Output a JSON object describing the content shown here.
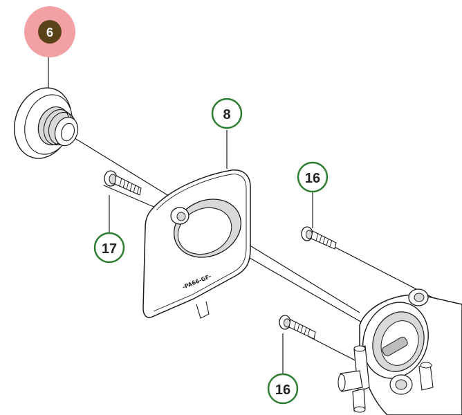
{
  "diagram": {
    "callouts": [
      {
        "id": "6",
        "label": "6",
        "highlighted": true
      },
      {
        "id": "8",
        "label": "8",
        "highlighted": false
      },
      {
        "id": "16a",
        "label": "16",
        "highlighted": false
      },
      {
        "id": "17",
        "label": "17",
        "highlighted": false
      },
      {
        "id": "16b",
        "label": "16",
        "highlighted": false
      }
    ],
    "part_marking": "-PA66-GF-",
    "colors": {
      "line": "#1a1a1a",
      "part_fill": "#ffffff",
      "part_shade": "#d9d9d9",
      "callout_ring": "#2e7d32",
      "callout_text": "#222222",
      "highlight_fill": "#f2a0a4",
      "highlight_dot": "#5a4218",
      "highlight_text": "#ffffff"
    }
  }
}
